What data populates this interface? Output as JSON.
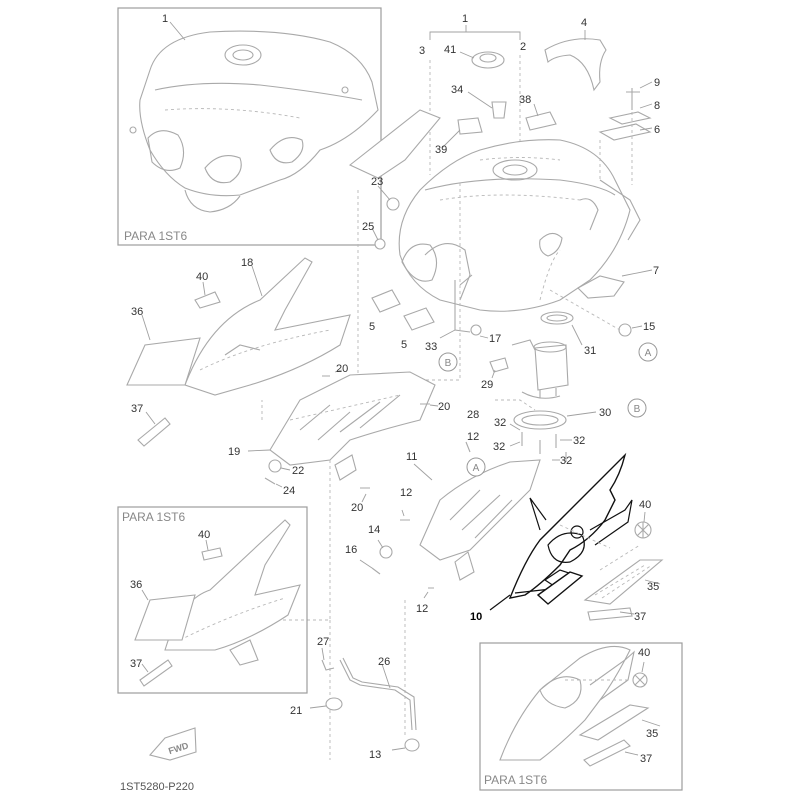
{
  "variant_boxes": {
    "top_left": "PARA 1ST6",
    "mid_left": "PARA 1ST6",
    "bottom_right": "PARA 1ST6"
  },
  "markers": {
    "a": "A",
    "b": "B"
  },
  "fwd_label": "FWD",
  "diagram_code": "1ST5280-P220",
  "labels": {
    "n1": "1",
    "n2": "2",
    "n3": "3",
    "n4": "4",
    "n5": "5",
    "n6": "6",
    "n7": "7",
    "n8": "8",
    "n9": "9",
    "n10": "10",
    "n11": "11",
    "n12": "12",
    "n13": "13",
    "n14": "14",
    "n15": "15",
    "n16": "16",
    "n17": "17",
    "n18": "18",
    "n19": "19",
    "n20": "20",
    "n21": "21",
    "n22": "22",
    "n23": "23",
    "n24": "24",
    "n25": "25",
    "n26": "26",
    "n27": "27",
    "n28": "28",
    "n29": "29",
    "n30": "30",
    "n31": "31",
    "n32": "32",
    "n33": "33",
    "n34": "34",
    "n35": "35",
    "n36": "36",
    "n37": "37",
    "n38": "38",
    "n39": "39",
    "n40": "40",
    "n41": "41"
  }
}
